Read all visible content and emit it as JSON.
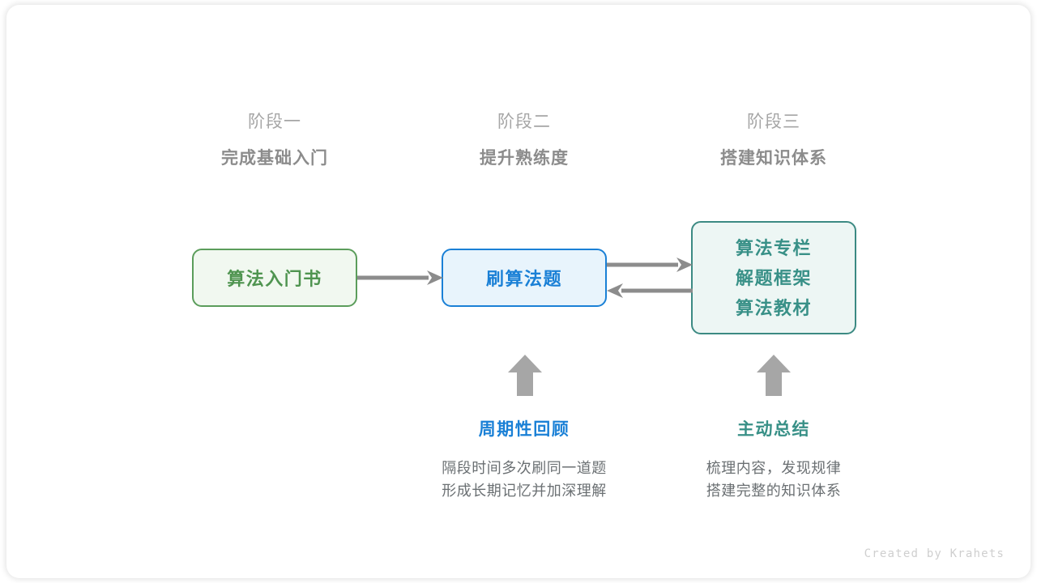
{
  "canvas": {
    "background": "#ffffff",
    "watermark": "Created by Krahets"
  },
  "stages": [
    {
      "number": "阶段一",
      "title": "完成基础入门"
    },
    {
      "number": "阶段二",
      "title": "提升熟练度"
    },
    {
      "number": "阶段三",
      "title": "搭建知识体系"
    }
  ],
  "boxes": {
    "book": {
      "label": "算法入门书",
      "fill": "#f1f8f0",
      "border": "#5b9d5b",
      "text_color": "#4f9450"
    },
    "practice": {
      "label": "刷算法题",
      "fill": "#e8f4fc",
      "border": "#1a80d6",
      "text_color": "#1a80d6"
    },
    "resources": {
      "lines": [
        "算法专栏",
        "解题框架",
        "算法教材"
      ],
      "fill": "#edf6f4",
      "border": "#3c8a83",
      "text_color": "#389087"
    }
  },
  "connectors": {
    "color": "#8c8c8c",
    "book_to_practice": "arrow-right",
    "practice_to_resources": "arrow-right",
    "resources_to_practice": "arrow-left",
    "review_up": "arrow-up",
    "summary_up": "arrow-up"
  },
  "notes": [
    {
      "title": "周期性回顾",
      "title_color": "#1a80d6",
      "body": [
        "隔段时间多次刷同一道题",
        "形成长期记忆并加深理解"
      ]
    },
    {
      "title": "主动总结",
      "title_color": "#389087",
      "body": [
        "梳理内容，发现规律",
        "搭建完整的知识体系"
      ]
    }
  ]
}
